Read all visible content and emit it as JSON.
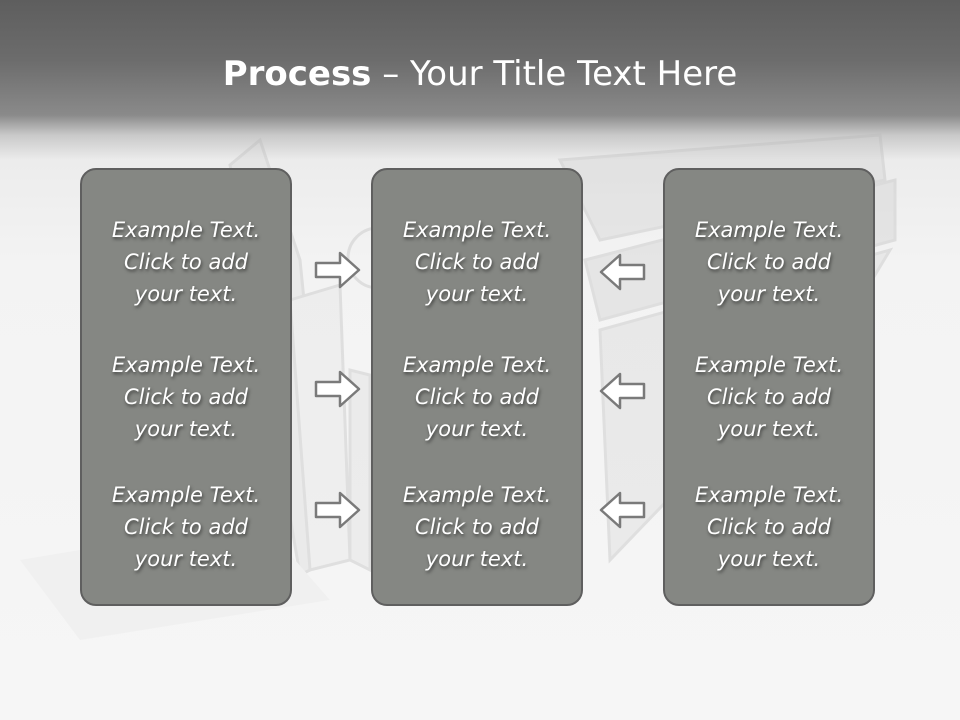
{
  "slide": {
    "title_bold": "Process",
    "title_rest": " – Your Title Text Here"
  },
  "columns": [
    {
      "cells": [
        {
          "line1": "Example Text.",
          "line2": "Click  to add",
          "line3": "your text."
        },
        {
          "line1": "Example Text.",
          "line2": "Click  to add",
          "line3": "your text."
        },
        {
          "line1": "Example Text.",
          "line2": "Click  to add",
          "line3": "your text."
        }
      ]
    },
    {
      "cells": [
        {
          "line1": "Example Text.",
          "line2": "Click  to add",
          "line3": "your text."
        },
        {
          "line1": "Example Text.",
          "line2": "Click  to add",
          "line3": "your text."
        },
        {
          "line1": "Example Text.",
          "line2": "Click  to add",
          "line3": "your text."
        }
      ]
    },
    {
      "cells": [
        {
          "line1": "Example Text.",
          "line2": "Click  to add",
          "line3": "your text."
        },
        {
          "line1": "Example Text.",
          "line2": "Click  to add",
          "line3": "your text."
        },
        {
          "line1": "Example Text.",
          "line2": "Click  to add",
          "line3": "your text."
        }
      ]
    }
  ],
  "arrows": {
    "left_group": "right-arrow-icon",
    "right_group": "left-arrow-icon"
  },
  "colors": {
    "box_fill": "#858783",
    "box_border": "#5f5f5f",
    "text": "#ffffff",
    "arrow_fill": "#ffffff",
    "arrow_stroke": "#7a7a7a"
  }
}
